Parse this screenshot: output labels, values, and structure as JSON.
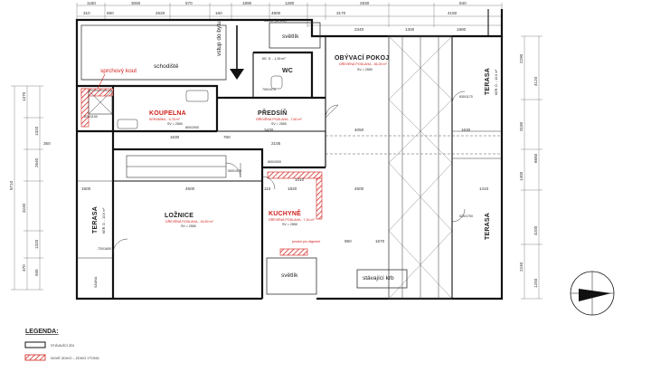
{
  "rooms": {
    "koupelna": {
      "name": "KOUPELNA",
      "floor": "KERAMIKA - 5,78 m²",
      "height": "SV = 2550"
    },
    "predsin": {
      "name": "PŘEDSÍŇ",
      "floor": "DŘEVĚNÁ PODLAHA - 7,60 m²",
      "height": "SV = 2550"
    },
    "obyvaci": {
      "name": "OBÝVACÍ POKOJ",
      "floor": "DŘEVĚNÁ PODLAHA - 36,25 m²",
      "height": "SV = 2550"
    },
    "loznice": {
      "name": "LOŽNICE",
      "floor": "DŘEVĚNÁ PODLAHA - 16,59 m²",
      "height": "SV = 2550"
    },
    "kuchyne": {
      "name": "KUCHYNĚ",
      "floor": "DŘEVĚNÁ PODLAHA - 7,16 m²",
      "height": "SV = 2550"
    },
    "wc": {
      "name": "WC",
      "floor": "KE. S. - 1,39 m²"
    }
  },
  "labels": {
    "sprchovy_kout": "sprchový kout",
    "schodiste": "schodiště",
    "vstup": "vstup do bytu",
    "svetlik_top": "světlík",
    "svetlik_bottom": "světlík",
    "terasa_left": "TERASA",
    "terasa_right_top": "TERASA",
    "terasa_right_bottom": "TERASA",
    "sauna": "SAUNA",
    "stavajici_krb": "stávající krb",
    "prostor_pro_digestor": "prostor pro digestoř",
    "terasa_sub": "KER. D. - 13,6 m²"
  },
  "dimensions": {
    "top_row": [
      "1160",
      "3060",
      "670",
      "1890",
      "1280",
      "2930",
      "840"
    ],
    "top_row2": [
      "310",
      "590",
      "2620",
      "160",
      "4900",
      "3170",
      "4150"
    ],
    "top_row3": [
      "6950 (1720)",
      "2340",
      "1300",
      "1880"
    ],
    "left_col": [
      "1370",
      "1320",
      "2640",
      "8710",
      "3240",
      "1320",
      "945",
      "370",
      "350"
    ],
    "right_col": [
      "2290",
      "4120",
      "3180",
      "6660",
      "1400",
      "4200",
      "2240",
      "1250"
    ],
    "inner": [
      "1630",
      "760",
      "3430",
      "2105",
      "4500",
      "1820",
      "1010",
      "1500",
      "110",
      "960",
      "1670",
      "1410",
      "4050",
      "4500",
      "1630"
    ],
    "door_tags": [
      "800/2000",
      "700/1970",
      "900/1970",
      "800/2000",
      "630/1170",
      "870/1100",
      "520/1700",
      "720/1600"
    ]
  },
  "legend": {
    "title": "LEGENDA:",
    "items": [
      {
        "text": "STÁVAJÍCÍ ZDI"
      },
      {
        "text": "NOVÉ ZDIVO – ZDIVO YTONG"
      }
    ]
  },
  "colors": {
    "accent": "#d0201b",
    "wall": "#111111"
  }
}
